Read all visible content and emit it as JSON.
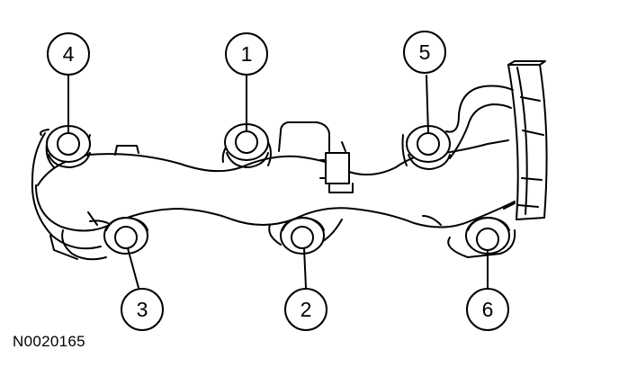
{
  "figure": {
    "id": "N0020165",
    "callouts": [
      "4",
      "1",
      "5",
      "3",
      "2",
      "6"
    ]
  }
}
